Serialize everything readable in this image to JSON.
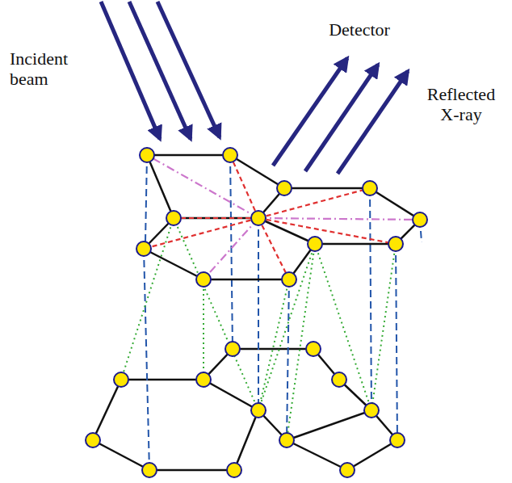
{
  "diagram": {
    "labels": [
      "Incident beam",
      "Detector",
      "Reflected X-ray"
    ]
  }
}
